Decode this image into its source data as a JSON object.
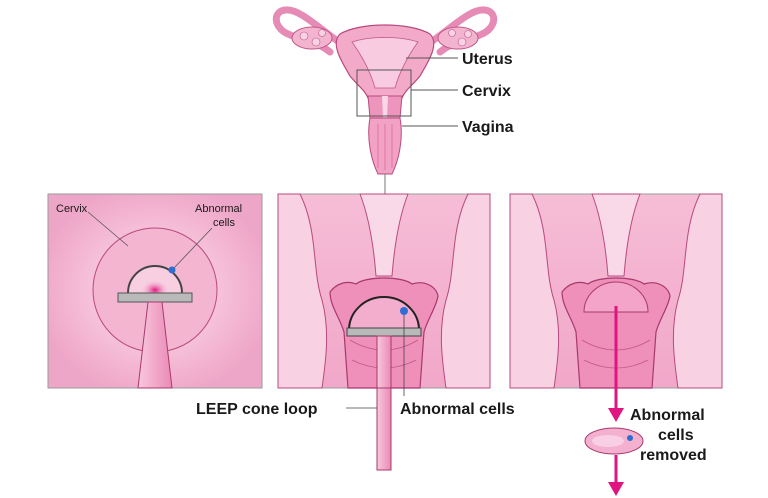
{
  "labels": {
    "uterus": "Uterus",
    "cervix": "Cervix",
    "vagina": "Vagina",
    "panel1_cervix": "Cervix",
    "panel1_abnormal_line1": "Abnormal",
    "panel1_abnormal_line2": "cells",
    "leep_cone_loop": "LEEP cone loop",
    "abnormal_cells": "Abnormal cells",
    "removed_line1": "Abnormal",
    "removed_line2": "cells",
    "removed_line3": "removed"
  },
  "colors": {
    "tissue_light": "#f7c6dc",
    "tissue_mid": "#ee8fbb",
    "tissue_dark": "#e0609d",
    "outline": "#a8386d",
    "arrow_magenta": "#e0157f",
    "abnormal_cell_blue": "#2d6fd1",
    "loop_gray": "#9a9a9a"
  }
}
